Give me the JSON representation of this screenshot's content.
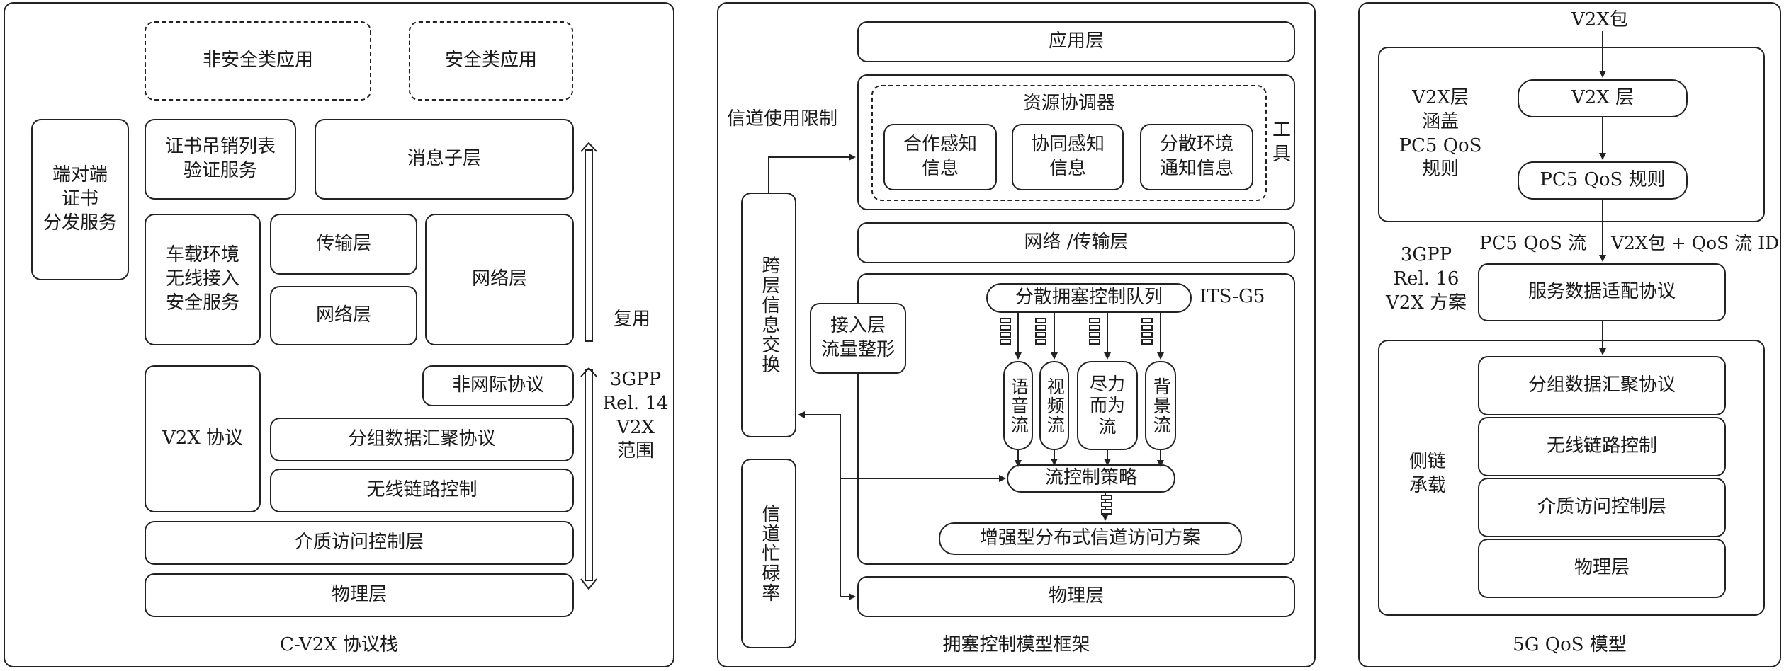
{
  "panel1": {
    "caption": "C-V2X 协议栈",
    "non_safety_apps": "非安全类应用",
    "safety_apps": "安全类应用",
    "e2e_cert": "端对端\n证书\n分发服务",
    "crl": "证书吊销列表\n验证服务",
    "msg_sublayer": "消息子层",
    "wave_security": "车载环境\n无线接入\n安全服务",
    "transport": "传输层",
    "network_small": "网络层",
    "network_big": "网络层",
    "multiplex": "复用",
    "non_ip": "非网际协议",
    "v2x_protocol": "V2X 协议",
    "pdcp": "分组数据汇聚协议",
    "rlc": "无线链路控制",
    "mac": "介质访问控制层",
    "phy": "物理层",
    "scope": "3GPP\nRel. 14\nV2X\n范围"
  },
  "panel2": {
    "caption": "拥塞控制模型框架",
    "app_layer": "应用层",
    "channel_limit": "信道使用限制",
    "resource_coord": "资源协调器",
    "tools": "工\n具",
    "coop_awareness": "合作感知\n信息",
    "collab_awareness": "协同感知\n信息",
    "denm": "分散环境\n通知信息",
    "net_transport": "网络 /传输层",
    "cross_layer": "跨层信息交换",
    "dcc_queue": "分散拥塞控制队列",
    "its_g5": "ITS-G5",
    "access_shaping": "接入层\n流量整形",
    "voice": "语音流",
    "video": "视频流",
    "best_effort": "尽力\n而为\n流",
    "background": "背景流",
    "flow_policy": "流控制策略",
    "channel_busy": "信道忙碌率",
    "edca": "增强型分布式信道访问方案",
    "phy": "物理层"
  },
  "panel3": {
    "caption": "5G QoS 模型",
    "v2x_packet": "V2X包",
    "v2x_layer_desc": "V2X层\n涵盖\nPC5 QoS\n规则",
    "v2x_layer": "V2X 层",
    "pc5_rules": "PC5 QoS 规则",
    "pc5_flow": "PC5  QoS 流",
    "v2x_pkt_flow": "V2X包 + QoS 流 ID",
    "rel16": "3GPP\nRel. 16\nV2X 方案",
    "sdap": "服务数据适配协议",
    "pdcp": "分组数据汇聚协议",
    "sidelink": "侧链\n承载",
    "rlc": "无线链路控制",
    "mac": "介质访问控制层",
    "phy": "物理层"
  }
}
